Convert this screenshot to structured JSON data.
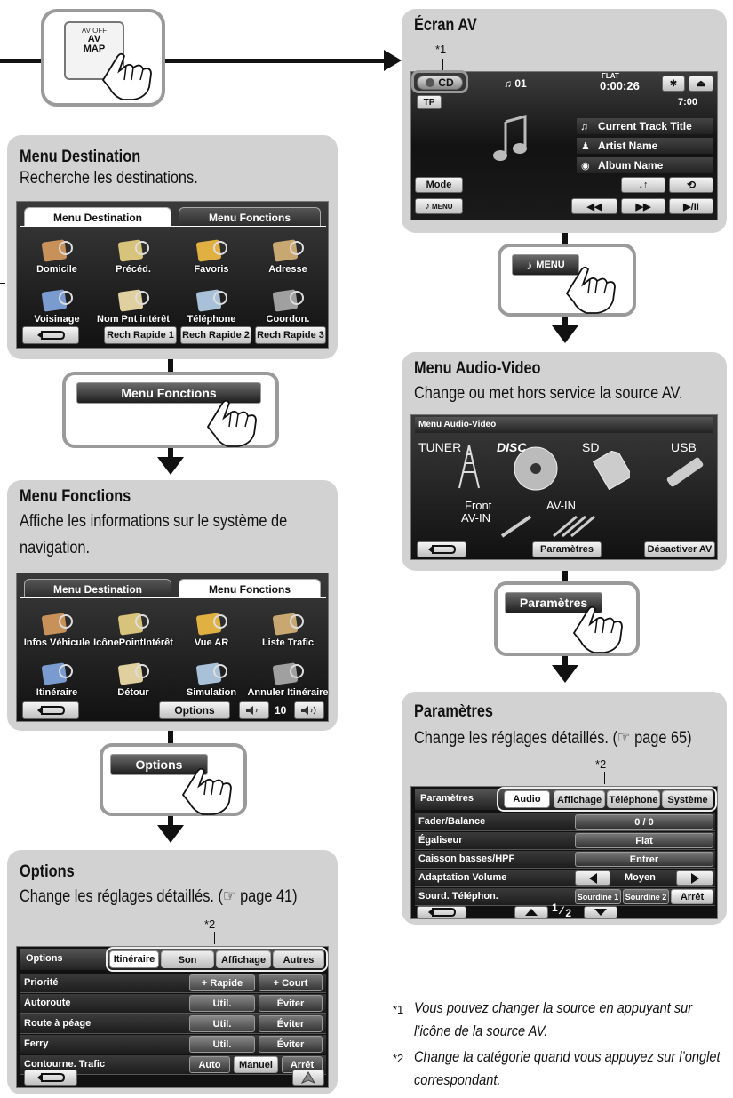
{
  "start_button": {
    "line1": "AV OFF",
    "line2": "AV",
    "line3": "MAP"
  },
  "menu_destination": {
    "title": "Menu Destination",
    "description": "Recherche les destinations.",
    "tabs": [
      "Menu Destination",
      "Menu Fonctions"
    ],
    "icons": [
      "Domicile",
      "Précéd.",
      "Favoris",
      "Adresse",
      "Voisinage",
      "Nom Pnt intérêt",
      "Téléphone",
      "Coordon."
    ],
    "quick": [
      "Rech Rapide 1",
      "Rech Rapide 2",
      "Rech Rapide 3"
    ]
  },
  "callout_fonctions": "Menu Fonctions",
  "menu_fonctions": {
    "title": "Menu Fonctions",
    "description_1": "Affiche les informations sur le système de",
    "description_2": "navigation.",
    "tabs": [
      "Menu Destination",
      "Menu Fonctions"
    ],
    "icons": [
      "Infos Véhicule",
      "IcônePointIntérêt",
      "Vue AR",
      "Liste Trafic",
      "Itinéraire",
      "Détour",
      "Simulation",
      "Annuler Itinéraire"
    ],
    "options_label": "Options",
    "volume": "10"
  },
  "callout_options": "Options",
  "options": {
    "title": "Options",
    "description": "Change les réglages détaillés. (☞ page 41)",
    "note_mark": "*2",
    "header": "Options",
    "tabs": [
      "Itinéraire",
      "Son",
      "Affichage",
      "Autres"
    ],
    "rows": [
      {
        "label": "Priorité",
        "values": [
          "+ Rapide",
          "+ Court"
        ]
      },
      {
        "label": "Autoroute",
        "values": [
          "Util.",
          "Éviter"
        ]
      },
      {
        "label": "Route à péage",
        "values": [
          "Util.",
          "Éviter"
        ]
      },
      {
        "label": "Ferry",
        "values": [
          "Util.",
          "Éviter"
        ]
      },
      {
        "label": "Contourne. Trafic",
        "values": [
          "Auto",
          "Manuel",
          "Arrêt"
        ]
      }
    ]
  },
  "ecran_av": {
    "title": "Écran AV",
    "note_mark": "*1",
    "source": "CD",
    "track_number": "01",
    "eq": "FLAT",
    "time": "0:00:26",
    "clock": "7:00",
    "tp": "TP",
    "track_title": "Current Track Title",
    "artist": "Artist Name",
    "album": "Album Name",
    "mode": "Mode",
    "menu": "MENU"
  },
  "callout_menu": "MENU",
  "menu_av": {
    "title": "Menu Audio-Video",
    "description": "Change ou met hors service la source AV.",
    "header": "Menu Audio-Video",
    "sources": [
      "TUNER",
      "DISC",
      "SD",
      "USB",
      "Front",
      "AV-IN",
      "AV-IN"
    ],
    "params_label": "Paramètres",
    "off_label": "Désactiver AV"
  },
  "callout_params": "Paramètres",
  "parametres": {
    "title": "Paramètres",
    "description": "Change les réglages détaillés. (☞ page 65)",
    "note_mark": "*2",
    "header": "Paramètres",
    "tabs": [
      "Audio",
      "Affichage",
      "Téléphone",
      "Système"
    ],
    "rows": [
      {
        "label": "Fader/Balance",
        "value": "0 / 0"
      },
      {
        "label": "Égaliseur",
        "value": "Flat"
      },
      {
        "label": "Caisson basses/HPF",
        "value": "Entrer"
      },
      {
        "label": "Adaptation Volume",
        "value": "Moyen"
      },
      {
        "label": "Sourd. Téléphon.",
        "values": [
          "Sourdine 1",
          "Sourdine 2",
          "Arrêt"
        ]
      }
    ],
    "page_current": "1",
    "page_total": "2"
  },
  "footnotes": [
    {
      "mark": "*1",
      "line1": "Vous pouvez changer la source en appuyant sur",
      "line2": "l’icône de la source AV."
    },
    {
      "mark": "*2",
      "line1": "Change la catégorie quand vous appuyez sur l’onglet",
      "line2": "correspondant."
    }
  ]
}
